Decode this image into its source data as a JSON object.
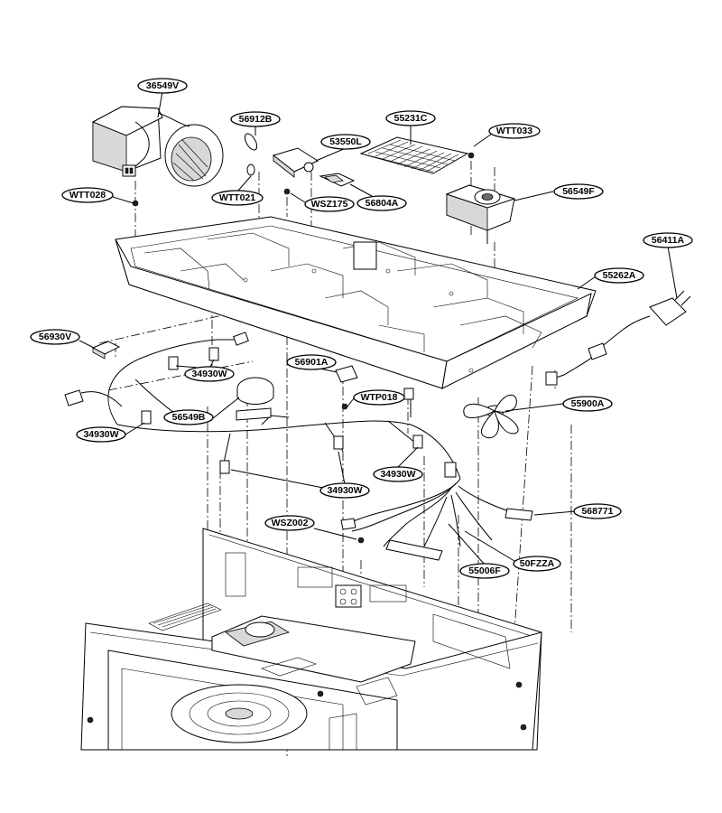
{
  "labels": {
    "l_36549V": "36549V",
    "l_56912B": "56912B",
    "l_55231C": "55231C",
    "l_WTT033": "WTT033",
    "l_53550L": "53550L",
    "l_WTT028": "WTT028",
    "l_WTT021": "WTT021",
    "l_WSZ175": "WSZ175",
    "l_56804A": "56804A",
    "l_56549F": "56549F",
    "l_56411A": "56411A",
    "l_55262A": "55262A",
    "l_56930V": "56930V",
    "l_34930W_a": "34930W",
    "l_56901A": "56901A",
    "l_WTP018": "WTP018",
    "l_56549B": "56549B",
    "l_55900A": "55900A",
    "l_34930W_b": "34930W",
    "l_34930W_c": "34930W",
    "l_34930W_d": "34930W",
    "l_568771": "568771",
    "l_WSZ002": "WSZ002",
    "l_50FZZA": "50FZZA",
    "l_55006F": "55006F"
  }
}
